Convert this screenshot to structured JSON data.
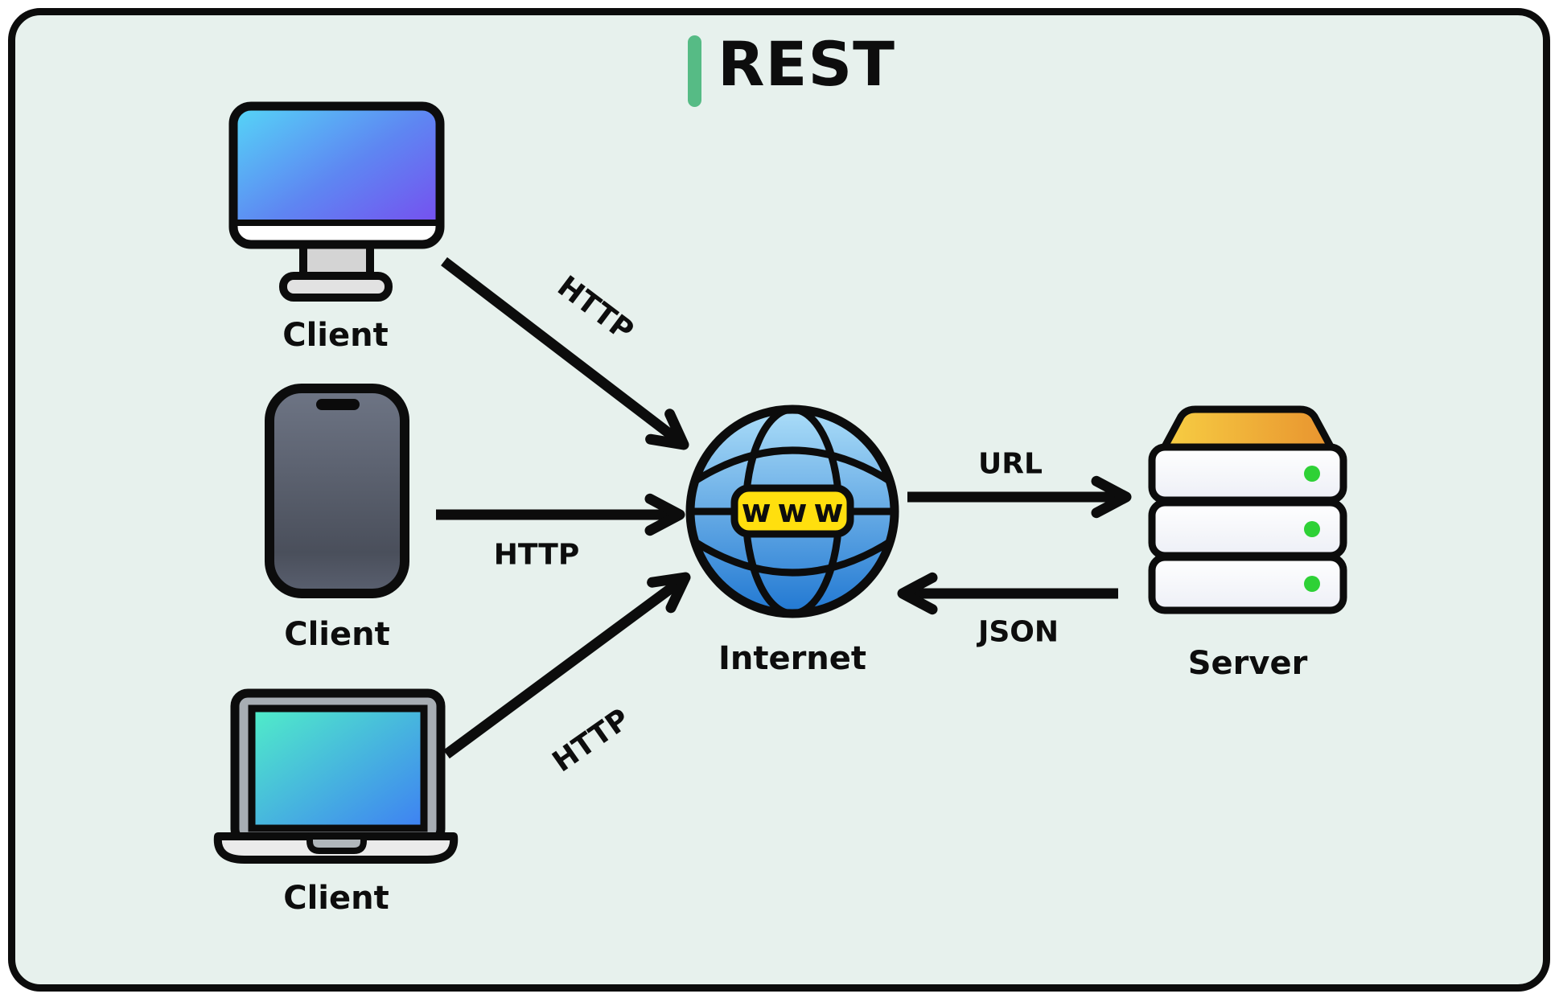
{
  "title": {
    "text": "REST"
  },
  "nodes": {
    "client_desktop": {
      "label": "Client",
      "type": "desktop-computer"
    },
    "client_phone": {
      "label": "Client",
      "type": "smartphone"
    },
    "client_laptop": {
      "label": "Client",
      "type": "laptop"
    },
    "internet": {
      "label": "Internet",
      "badge": "www",
      "type": "globe"
    },
    "server": {
      "label": "Server",
      "type": "server-rack"
    }
  },
  "connections": [
    {
      "id": "desktop-to-internet",
      "label": "HTTP"
    },
    {
      "id": "phone-to-internet",
      "label": "HTTP"
    },
    {
      "id": "laptop-to-internet",
      "label": "HTTP"
    },
    {
      "id": "internet-to-server",
      "label": "URL"
    },
    {
      "id": "server-to-internet",
      "label": "JSON"
    }
  ],
  "colors": {
    "canvas_background": "#e7f1ed",
    "border": "#0c0c0c",
    "title_accent": "#56bb85",
    "monitor_screen_start": "#55d7f7",
    "monitor_screen_end": "#7a45ef",
    "phone_body_start": "#6e7585",
    "phone_body_end": "#4a4f5b",
    "laptop_screen_start": "#50eec8",
    "laptop_screen_end": "#3e80f3",
    "globe_start": "#abddf8",
    "globe_end": "#2178d2",
    "www_badge": "#ffdf0e",
    "server_top_start": "#f7ce43",
    "server_top_end": "#e8932f",
    "status_dot": "#2ed136"
  }
}
